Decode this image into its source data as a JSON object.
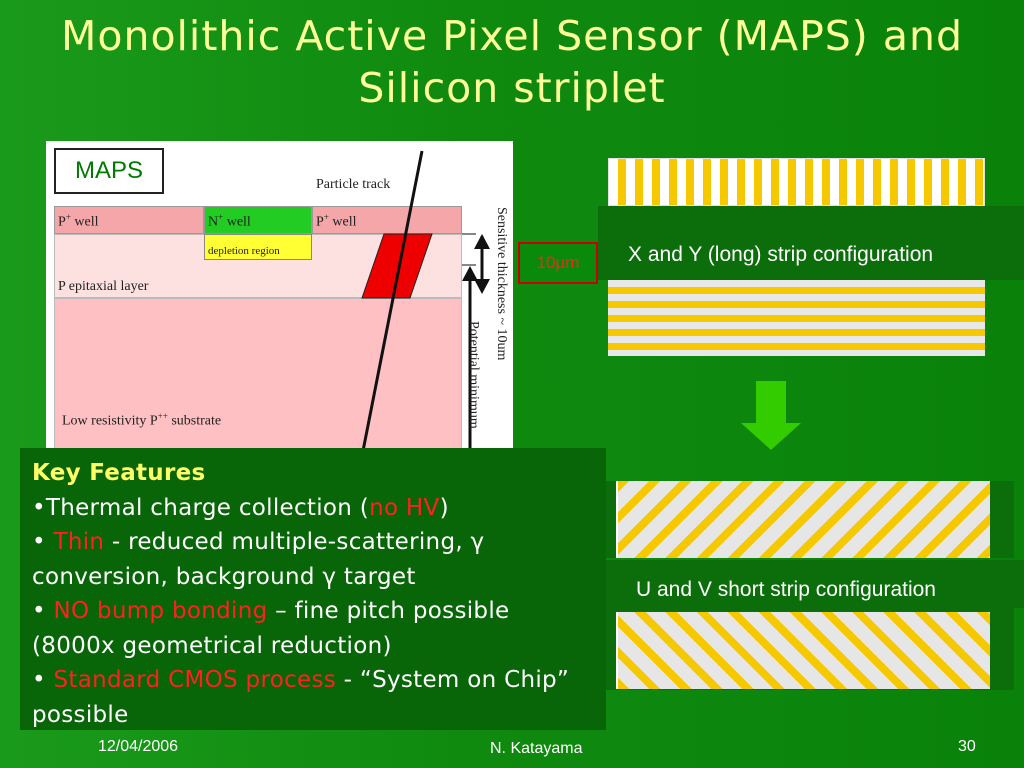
{
  "title_line1": "Monolithic Active Pixel Sensor (MAPS) and",
  "title_line2": "Silicon striplet",
  "diagram": {
    "box_label": "MAPS",
    "particle_track": "Particle track",
    "p_well_left": "P",
    "p_well_left_sup": "+",
    "p_well_left_tail": " well",
    "n_well": "N",
    "n_well_sup": "+",
    "n_well_tail": " well",
    "p_well_right": "P",
    "p_well_right_sup": "+",
    "p_well_right_tail": " well",
    "depletion": "depletion region",
    "epitaxial": "P epitaxial layer",
    "substrate_a": "Low resistivity P",
    "substrate_sup": "++",
    "substrate_b": " substrate",
    "sensitive": "Sensitive thickness ~ 10um",
    "potential": "Potential minimum"
  },
  "thickness_badge": "10µm",
  "strips": {
    "xy_caption": "X and Y (long) strip configuration",
    "uv_caption": "U and V short strip configuration"
  },
  "features": {
    "heading": "Key Features",
    "b1_pre": "•Thermal charge collection (",
    "b1_red": "no HV",
    "b1_post": ")",
    "b2_pre": "• ",
    "b2_red": "Thin",
    "b2_post": " - reduced multiple-scattering, γ conversion, background γ target",
    "b3_pre": "• ",
    "b3_red": "NO bump bonding",
    "b3_post": " – fine pitch possible (8000x geometrical reduction)",
    "b4_pre": "• ",
    "b4_red": "Standard CMOS process",
    "b4_post": " - “System on Chip” possible"
  },
  "footer": {
    "date": "12/04/2006",
    "author": "N. Katayama",
    "page": "30"
  }
}
